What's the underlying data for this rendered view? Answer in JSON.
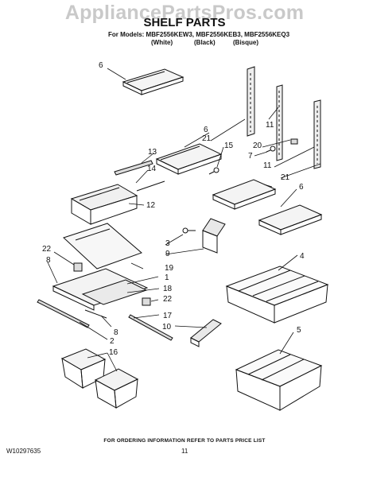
{
  "header": {
    "watermark": "AppliancePartsPros.com",
    "title": "SHELF PARTS",
    "models_line": "For Models: MBF2556KEW3, MBF2556KEB3, MBF2556KEQ3",
    "colors": [
      "(White)",
      "(Black)",
      "(Bisque)"
    ]
  },
  "footer": {
    "ordering_note": "FOR ORDERING INFORMATION REFER TO PARTS PRICE LIST",
    "doc_number": "W10297635",
    "page_number": "11"
  },
  "callouts": [
    "6",
    "11",
    "6",
    "13",
    "15",
    "21",
    "20",
    "7",
    "11",
    "14",
    "12",
    "6",
    "21",
    "22",
    "3",
    "9",
    "4",
    "8",
    "19",
    "1",
    "18",
    "22",
    "17",
    "8",
    "2",
    "10",
    "5",
    "16"
  ]
}
